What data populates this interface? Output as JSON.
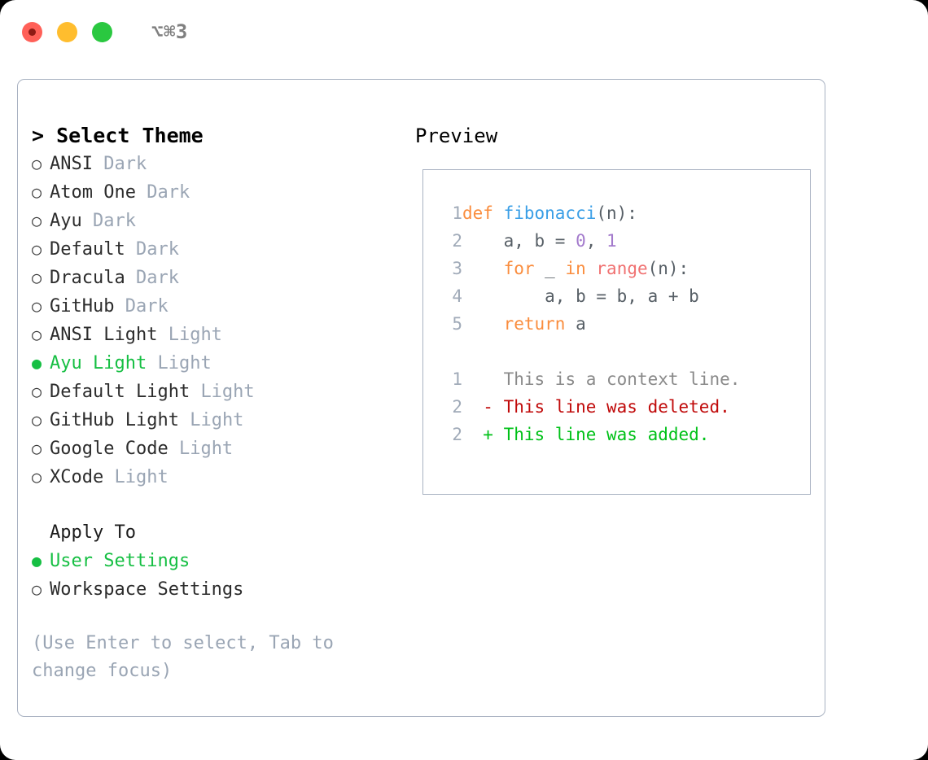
{
  "titlebar": {
    "shortcut": "⌥⌘3",
    "lights": [
      "close",
      "minimize",
      "maximize"
    ]
  },
  "theme_picker": {
    "heading": "> Select Theme",
    "marker_selected": "●",
    "marker_unselected": "○",
    "options": [
      {
        "name": "ANSI",
        "variant": "Dark",
        "selected": false
      },
      {
        "name": "Atom One",
        "variant": "Dark",
        "selected": false
      },
      {
        "name": "Ayu",
        "variant": "Dark",
        "selected": false
      },
      {
        "name": "Default",
        "variant": "Dark",
        "selected": false
      },
      {
        "name": "Dracula",
        "variant": "Dark",
        "selected": false
      },
      {
        "name": "GitHub",
        "variant": "Dark",
        "selected": false
      },
      {
        "name": "ANSI Light",
        "variant": "Light",
        "selected": false
      },
      {
        "name": "Ayu Light",
        "variant": "Light",
        "selected": true
      },
      {
        "name": "Default Light",
        "variant": "Light",
        "selected": false
      },
      {
        "name": "GitHub Light",
        "variant": "Light",
        "selected": false
      },
      {
        "name": "Google Code",
        "variant": "Light",
        "selected": false
      },
      {
        "name": "XCode",
        "variant": "Light",
        "selected": false
      }
    ]
  },
  "apply_to": {
    "heading": "Apply To",
    "options": [
      {
        "name": "User Settings",
        "selected": true
      },
      {
        "name": "Workspace Settings",
        "selected": false
      }
    ]
  },
  "hint": "(Use Enter to select, Tab to change focus)",
  "preview": {
    "title": "Preview",
    "code_lines": [
      {
        "num": "1",
        "tokens": [
          {
            "t": "def ",
            "c": "kw"
          },
          {
            "t": "fibonacci",
            "c": "fn"
          },
          {
            "t": "(n):",
            "c": "plain"
          }
        ]
      },
      {
        "num": "2",
        "tokens": [
          {
            "t": "    a, b = ",
            "c": "plain"
          },
          {
            "t": "0",
            "c": "num"
          },
          {
            "t": ", ",
            "c": "plain"
          },
          {
            "t": "1",
            "c": "num"
          }
        ]
      },
      {
        "num": "3",
        "tokens": [
          {
            "t": "    ",
            "c": "plain"
          },
          {
            "t": "for",
            "c": "kw"
          },
          {
            "t": " _ ",
            "c": "plain"
          },
          {
            "t": "in",
            "c": "kw"
          },
          {
            "t": " ",
            "c": "plain"
          },
          {
            "t": "range",
            "c": "call"
          },
          {
            "t": "(n):",
            "c": "plain"
          }
        ]
      },
      {
        "num": "4",
        "tokens": [
          {
            "t": "        a, b = b, a + b",
            "c": "plain"
          }
        ]
      },
      {
        "num": "5",
        "tokens": [
          {
            "t": "    ",
            "c": "plain"
          },
          {
            "t": "return",
            "c": "kw"
          },
          {
            "t": " a",
            "c": "plain"
          }
        ]
      }
    ],
    "diff_lines": [
      {
        "num": "1",
        "marker": " ",
        "text": " This is a context line.",
        "c": "ctx"
      },
      {
        "num": "2",
        "marker": "-",
        "text": " This line was deleted.",
        "c": "del"
      },
      {
        "num": "2",
        "marker": "+",
        "text": " This line was added.",
        "c": "add"
      }
    ]
  },
  "colors": {
    "accent_green": "#16bf43",
    "muted": "#9aa5b4",
    "keyword": "#fa8d3e",
    "function": "#399ee6",
    "call": "#f07171",
    "number": "#a37acc",
    "deleted": "#c00a0a",
    "added": "#00c118",
    "border": "#a9b2c2"
  }
}
